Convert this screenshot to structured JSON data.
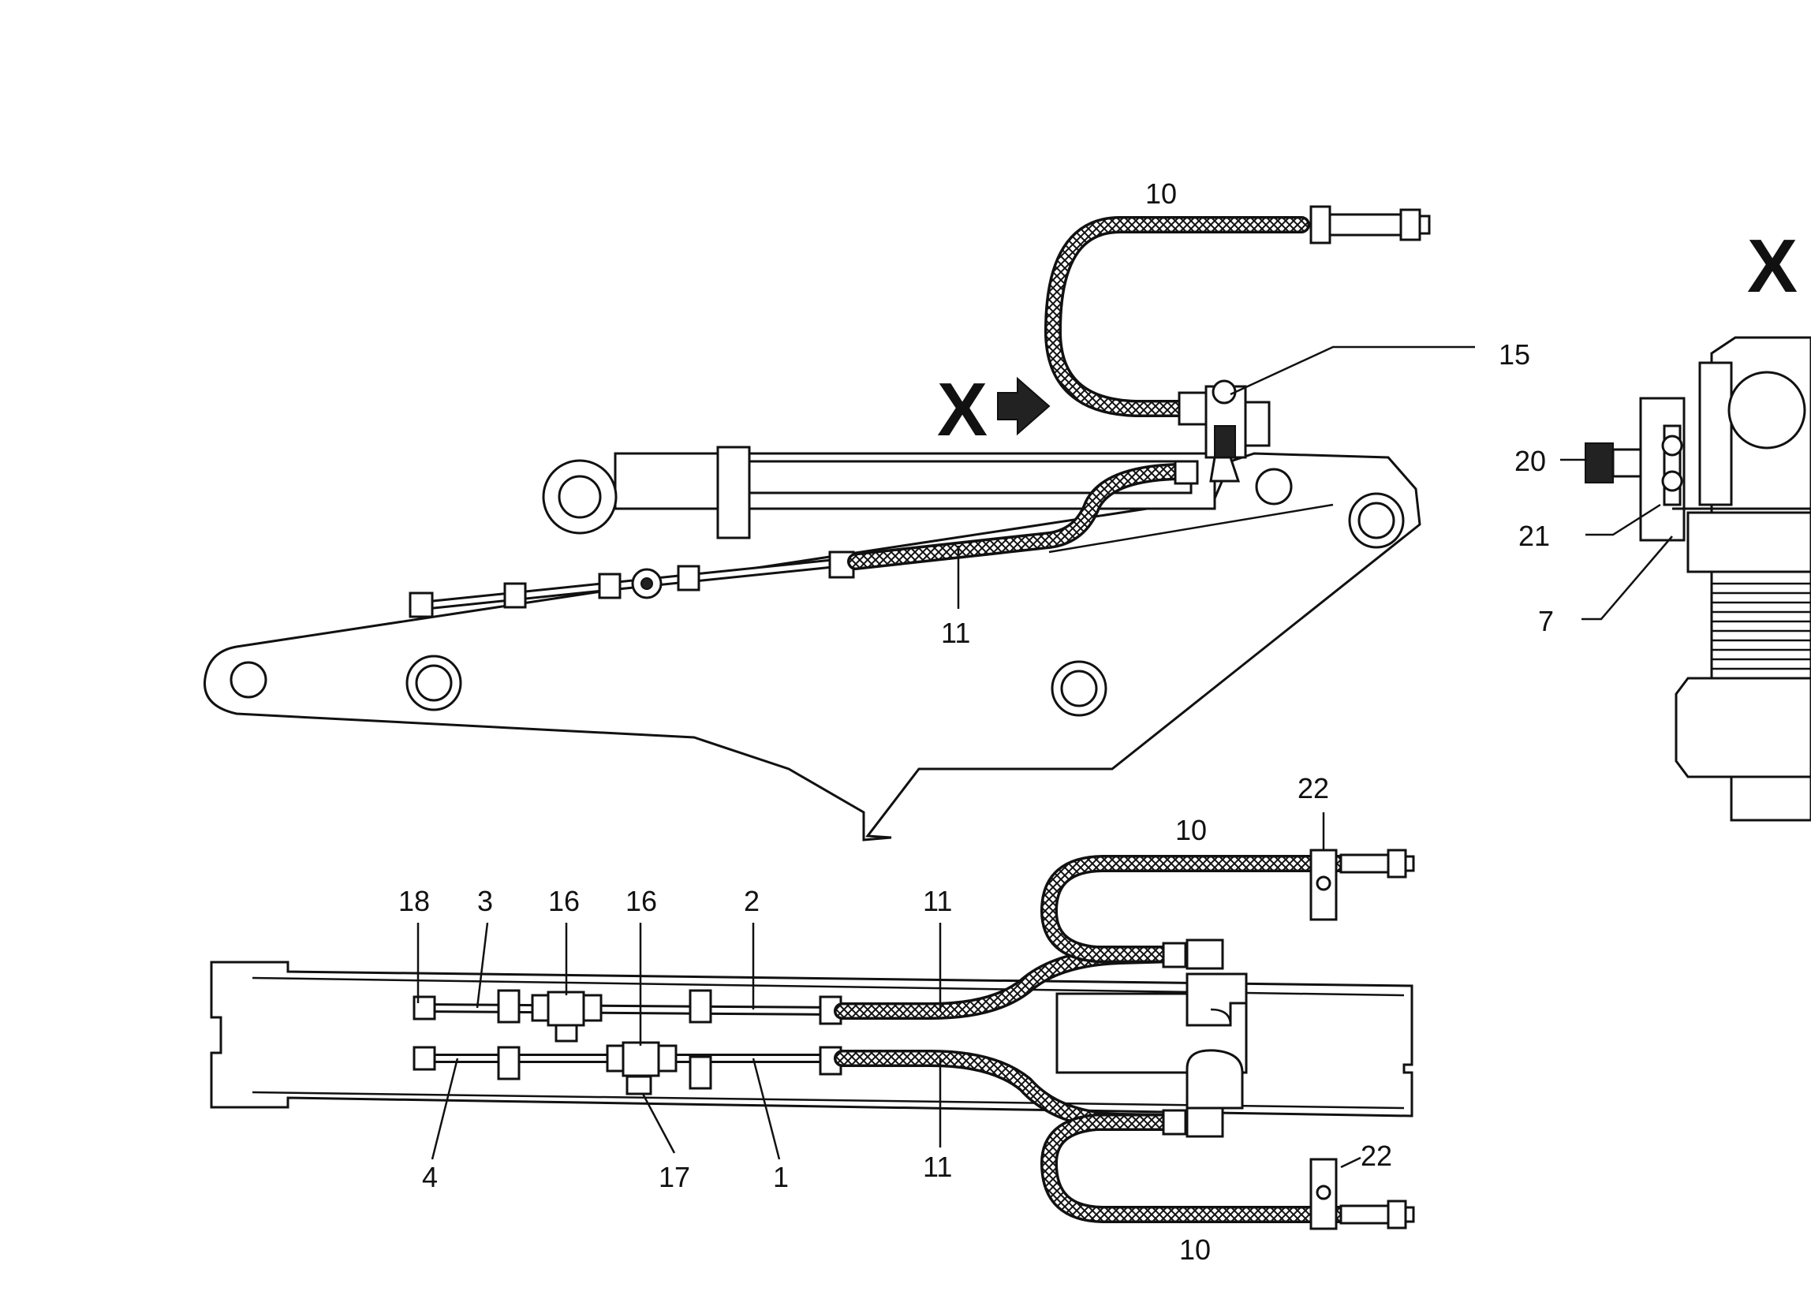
{
  "view_labels": {
    "x_arrow_label": "X",
    "detail_view_label": "X"
  },
  "callouts": {
    "side_view": {
      "hose_top": "10",
      "fitting": "15",
      "hose_lower": "11"
    },
    "detail": {
      "bolt": "20",
      "washer": "21",
      "bracket": "7"
    },
    "plan_view": {
      "item_18": "18",
      "item_3": "3",
      "item_16_a": "16",
      "item_16_b": "16",
      "item_2": "2",
      "item_11_top": "11",
      "item_10_top": "10",
      "item_22_top": "22",
      "item_4": "4",
      "item_17": "17",
      "item_1": "1",
      "item_11_bottom": "11",
      "item_22_bottom": "22",
      "item_10_bottom": "10"
    }
  }
}
